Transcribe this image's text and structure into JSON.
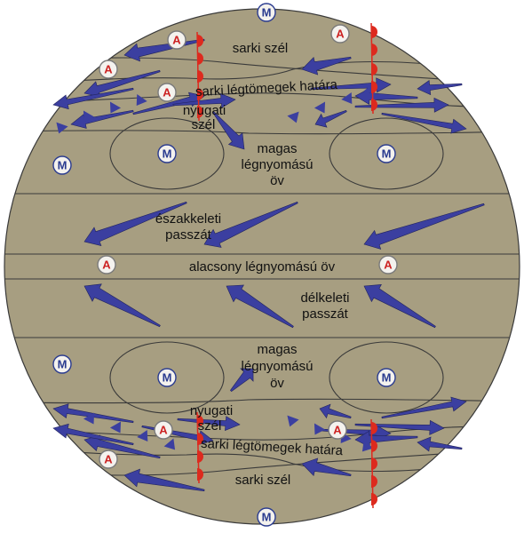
{
  "colors": {
    "globe": "#a79e81",
    "outline": "#3a3a3a",
    "arrow": "#3b3fa0",
    "front_semicircle": "#dd2a1e",
    "high_marker_text": "#2a3b8f",
    "low_marker_text": "#cc2222",
    "marker_fill": "#f4f2ee"
  },
  "labels": {
    "north_polar_wind": "sarki szél",
    "north_polar_front": "sarki légtömegek határa",
    "north_westerly_1": "nyugati",
    "north_westerly_2": "szél",
    "north_high_belt_1": "magas",
    "north_high_belt_2": "légnyomású",
    "north_high_belt_3": "öv",
    "ne_trade_1": "északkeleti",
    "ne_trade_2": "passzát",
    "low_belt": "alacsony légnyomású öv",
    "se_trade_1": "délkeleti",
    "se_trade_2": "passzát",
    "south_high_belt_1": "magas",
    "south_high_belt_2": "légnyomású",
    "south_high_belt_3": "öv",
    "south_westerly_1": "nyugati",
    "south_westerly_2": "szél",
    "south_polar_front": "sarki légtömegek határa",
    "south_polar_wind": "sarki szél"
  },
  "markers": {
    "high": "M",
    "low": "A"
  }
}
